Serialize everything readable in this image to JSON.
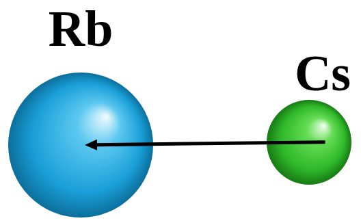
{
  "diagram": {
    "nodes": [
      {
        "text": [
          "Rb"
        ]
      },
      {
        "text": [
          "Cs"
        ]
      }
    ],
    "edges": [
      {
        "from": 1,
        "to": 0,
        "arrow": "to"
      }
    ]
  }
}
